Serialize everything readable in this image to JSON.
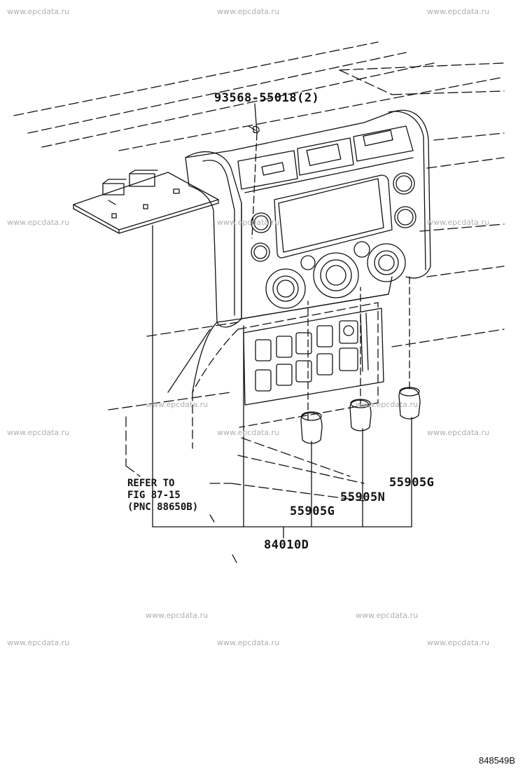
{
  "watermark": "www.epcdata.ru",
  "callouts": {
    "screw": "93568-55018(2)",
    "knob_right": "55905G",
    "knob_middle": "55905N",
    "knob_left": "55905G",
    "assembly": "84010D"
  },
  "reference_note": {
    "line1": "REFER TO",
    "line2": "FIG 87-15",
    "line3": "(PNC 88650B)"
  },
  "figure_id": "848549B"
}
